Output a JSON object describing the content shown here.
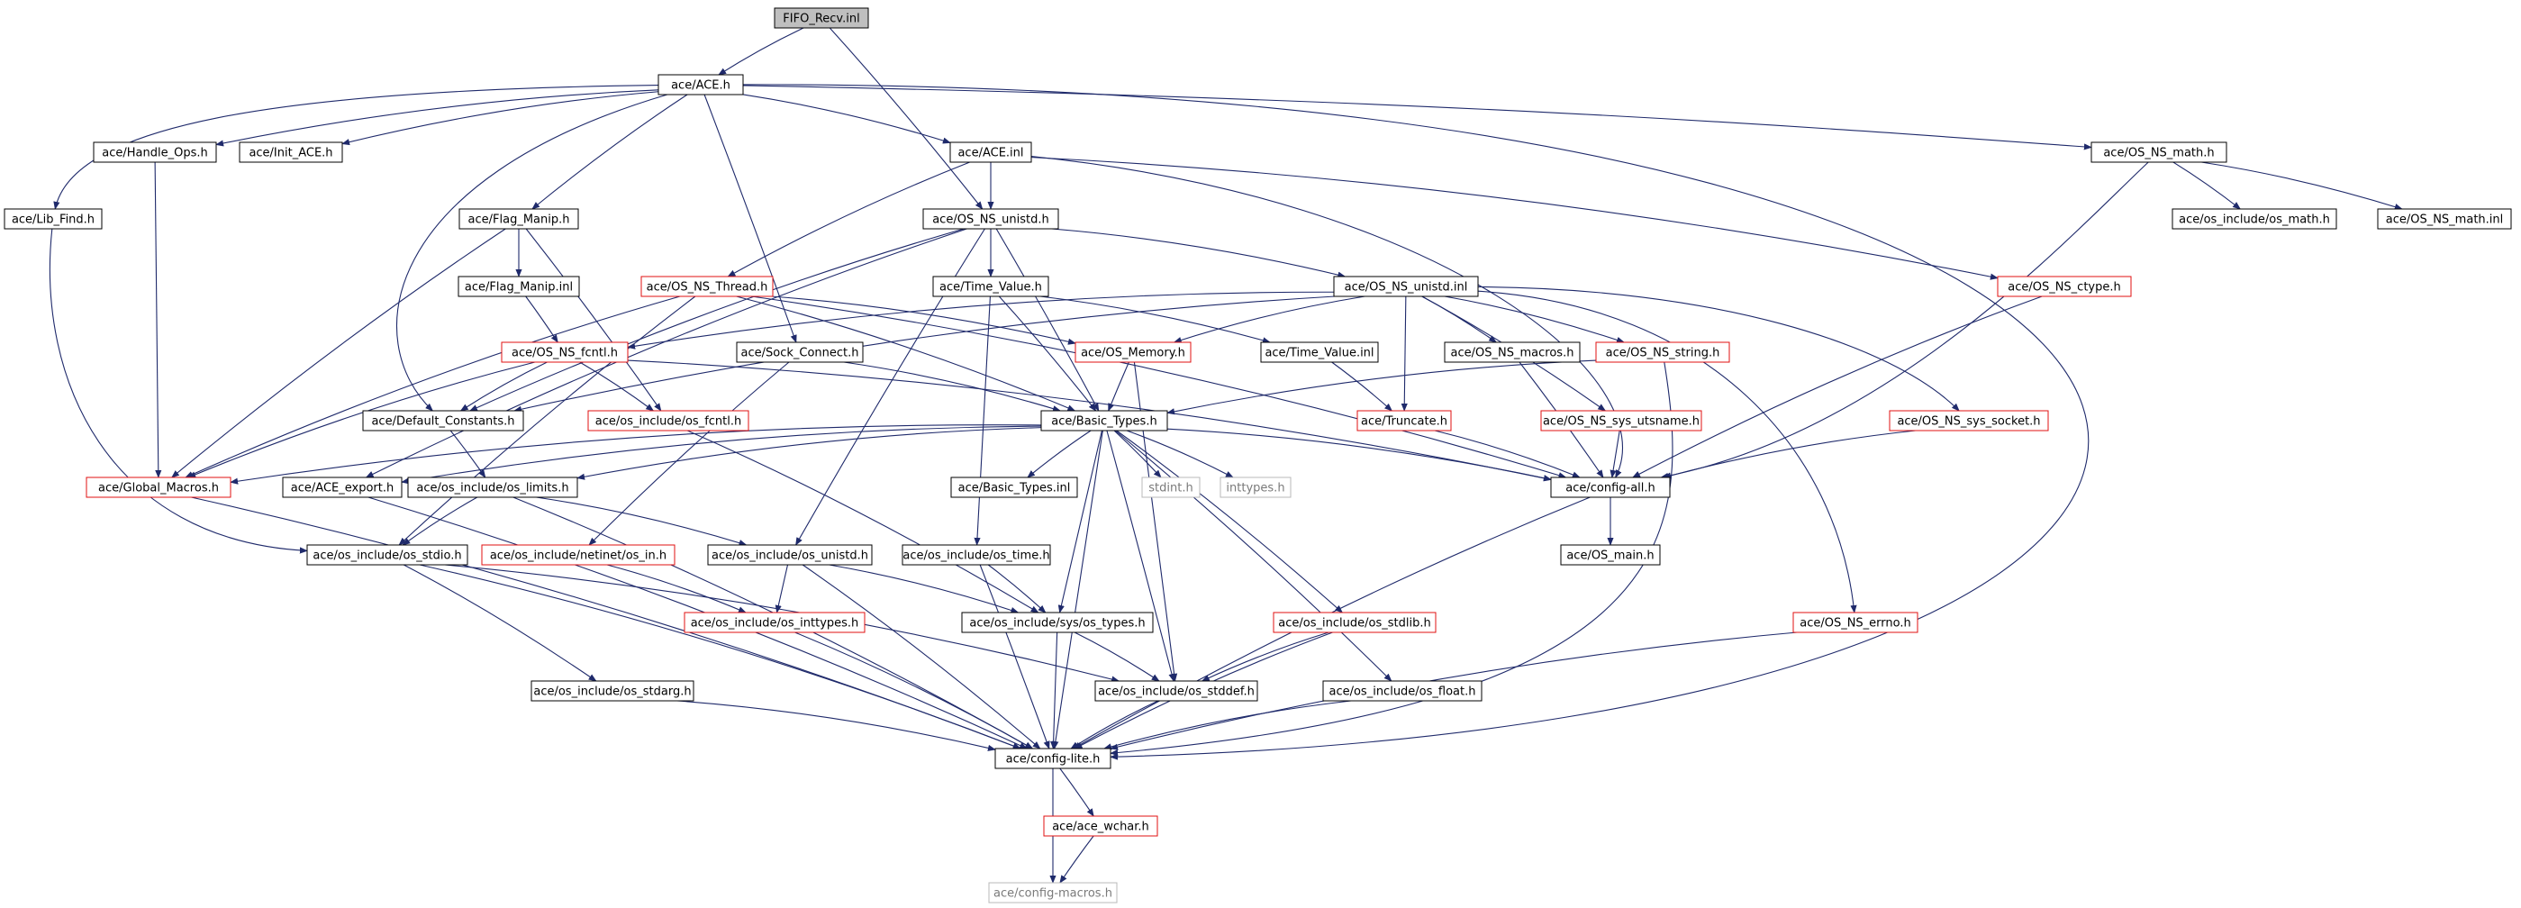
{
  "graph": {
    "nodes": [
      {
        "id": "fifo",
        "label": "FIFO_Recv.inl",
        "style": "root"
      },
      {
        "id": "ace_h",
        "label": "ace/ACE.h",
        "style": "black"
      },
      {
        "id": "handle_ops",
        "label": "ace/Handle_Ops.h",
        "style": "black"
      },
      {
        "id": "init_ace",
        "label": "ace/Init_ACE.h",
        "style": "black"
      },
      {
        "id": "ace_inl",
        "label": "ace/ACE.inl",
        "style": "black"
      },
      {
        "id": "os_ns_math",
        "label": "ace/OS_NS_math.h",
        "style": "black"
      },
      {
        "id": "lib_find",
        "label": "ace/Lib_Find.h",
        "style": "black"
      },
      {
        "id": "flag_manip",
        "label": "ace/Flag_Manip.h",
        "style": "black"
      },
      {
        "id": "os_ns_unistd",
        "label": "ace/OS_NS_unistd.h",
        "style": "black"
      },
      {
        "id": "os_inc_math",
        "label": "ace/os_include/os_math.h",
        "style": "black"
      },
      {
        "id": "os_ns_math_inl",
        "label": "ace/OS_NS_math.inl",
        "style": "black"
      },
      {
        "id": "flag_manip_inl",
        "label": "ace/Flag_Manip.inl",
        "style": "black"
      },
      {
        "id": "os_ns_thread",
        "label": "ace/OS_NS_Thread.h",
        "style": "red"
      },
      {
        "id": "time_value",
        "label": "ace/Time_Value.h",
        "style": "black"
      },
      {
        "id": "os_ns_unistd_inl",
        "label": "ace/OS_NS_unistd.inl",
        "style": "black"
      },
      {
        "id": "os_ns_ctype",
        "label": "ace/OS_NS_ctype.h",
        "style": "red"
      },
      {
        "id": "os_ns_fcntl",
        "label": "ace/OS_NS_fcntl.h",
        "style": "red"
      },
      {
        "id": "sock_connect",
        "label": "ace/Sock_Connect.h",
        "style": "black"
      },
      {
        "id": "os_memory",
        "label": "ace/OS_Memory.h",
        "style": "red"
      },
      {
        "id": "time_value_inl",
        "label": "ace/Time_Value.inl",
        "style": "black"
      },
      {
        "id": "os_ns_macros",
        "label": "ace/OS_NS_macros.h",
        "style": "black"
      },
      {
        "id": "os_ns_string",
        "label": "ace/OS_NS_string.h",
        "style": "red"
      },
      {
        "id": "default_constants",
        "label": "ace/Default_Constants.h",
        "style": "black"
      },
      {
        "id": "os_inc_fcntl",
        "label": "ace/os_include/os_fcntl.h",
        "style": "red"
      },
      {
        "id": "basic_types",
        "label": "ace/Basic_Types.h",
        "style": "black"
      },
      {
        "id": "truncate",
        "label": "ace/Truncate.h",
        "style": "red"
      },
      {
        "id": "os_ns_sys_utsname",
        "label": "ace/OS_NS_sys_utsname.h",
        "style": "red"
      },
      {
        "id": "os_ns_sys_socket",
        "label": "ace/OS_NS_sys_socket.h",
        "style": "red"
      },
      {
        "id": "global_macros",
        "label": "ace/Global_Macros.h",
        "style": "red"
      },
      {
        "id": "ace_export",
        "label": "ace/ACE_export.h",
        "style": "black"
      },
      {
        "id": "os_inc_limits",
        "label": "ace/os_include/os_limits.h",
        "style": "black"
      },
      {
        "id": "basic_types_inl",
        "label": "ace/Basic_Types.inl",
        "style": "black"
      },
      {
        "id": "stdint",
        "label": "stdint.h",
        "style": "grey"
      },
      {
        "id": "inttypes",
        "label": "inttypes.h",
        "style": "grey"
      },
      {
        "id": "config_all",
        "label": "ace/config-all.h",
        "style": "black"
      },
      {
        "id": "os_inc_stdio",
        "label": "ace/os_include/os_stdio.h",
        "style": "black"
      },
      {
        "id": "os_inc_netinet_in",
        "label": "ace/os_include/netinet/os_in.h",
        "style": "red"
      },
      {
        "id": "os_inc_unistd",
        "label": "ace/os_include/os_unistd.h",
        "style": "black"
      },
      {
        "id": "os_inc_time",
        "label": "ace/os_include/os_time.h",
        "style": "black"
      },
      {
        "id": "os_main",
        "label": "ace/OS_main.h",
        "style": "black"
      },
      {
        "id": "os_inc_inttypes",
        "label": "ace/os_include/os_inttypes.h",
        "style": "red"
      },
      {
        "id": "os_inc_sys_types",
        "label": "ace/os_include/sys/os_types.h",
        "style": "black"
      },
      {
        "id": "os_inc_stdlib",
        "label": "ace/os_include/os_stdlib.h",
        "style": "red"
      },
      {
        "id": "os_ns_errno",
        "label": "ace/OS_NS_errno.h",
        "style": "red"
      },
      {
        "id": "os_inc_stdarg",
        "label": "ace/os_include/os_stdarg.h",
        "style": "black"
      },
      {
        "id": "os_inc_stddef",
        "label": "ace/os_include/os_stddef.h",
        "style": "black"
      },
      {
        "id": "os_inc_float",
        "label": "ace/os_include/os_float.h",
        "style": "black"
      },
      {
        "id": "config_lite",
        "label": "ace/config-lite.h",
        "style": "black"
      },
      {
        "id": "ace_wchar",
        "label": "ace/ace_wchar.h",
        "style": "red"
      },
      {
        "id": "config_macros",
        "label": "ace/config-macros.h",
        "style": "grey"
      }
    ],
    "edges": [
      [
        "fifo",
        "ace_h"
      ],
      [
        "fifo",
        "os_ns_unistd"
      ],
      [
        "ace_h",
        "lib_find"
      ],
      [
        "ace_h",
        "handle_ops"
      ],
      [
        "ace_h",
        "init_ace"
      ],
      [
        "ace_h",
        "flag_manip"
      ],
      [
        "ace_h",
        "default_constants"
      ],
      [
        "ace_h",
        "sock_connect"
      ],
      [
        "ace_h",
        "ace_inl"
      ],
      [
        "ace_h",
        "os_ns_math"
      ],
      [
        "ace_h",
        "config_lite"
      ],
      [
        "ace_inl",
        "os_ns_unistd"
      ],
      [
        "ace_inl",
        "os_ns_thread"
      ],
      [
        "ace_inl",
        "os_ns_ctype"
      ],
      [
        "ace_inl",
        "config_all"
      ],
      [
        "os_ns_math",
        "os_inc_math"
      ],
      [
        "os_ns_math",
        "os_ns_math_inl"
      ],
      [
        "os_ns_math",
        "config_all"
      ],
      [
        "lib_find",
        "os_inc_stdio"
      ],
      [
        "handle_ops",
        "global_macros"
      ],
      [
        "flag_manip",
        "flag_manip_inl"
      ],
      [
        "flag_manip",
        "global_macros"
      ],
      [
        "flag_manip",
        "os_inc_fcntl"
      ],
      [
        "flag_manip_inl",
        "os_ns_fcntl"
      ],
      [
        "os_ns_unistd",
        "time_value"
      ],
      [
        "os_ns_unistd",
        "os_ns_unistd_inl"
      ],
      [
        "os_ns_unistd",
        "basic_types"
      ],
      [
        "os_ns_unistd",
        "os_inc_unistd"
      ],
      [
        "os_ns_unistd",
        "ace_export"
      ],
      [
        "os_ns_unistd",
        "default_constants"
      ],
      [
        "os_ns_thread",
        "os_memory"
      ],
      [
        "os_ns_thread",
        "basic_types"
      ],
      [
        "os_ns_thread",
        "os_inc_stdio"
      ],
      [
        "os_ns_thread",
        "global_macros"
      ],
      [
        "os_ns_thread",
        "config_all"
      ],
      [
        "time_value",
        "time_value_inl"
      ],
      [
        "time_value",
        "basic_types"
      ],
      [
        "time_value",
        "os_inc_time"
      ],
      [
        "os_ns_unistd_inl",
        "os_ns_fcntl"
      ],
      [
        "os_ns_unistd_inl",
        "default_constants"
      ],
      [
        "os_ns_unistd_inl",
        "os_memory"
      ],
      [
        "os_ns_unistd_inl",
        "os_ns_macros"
      ],
      [
        "os_ns_unistd_inl",
        "os_ns_string"
      ],
      [
        "os_ns_unistd_inl",
        "truncate"
      ],
      [
        "os_ns_unistd_inl",
        "os_ns_sys_utsname"
      ],
      [
        "os_ns_unistd_inl",
        "os_ns_sys_socket"
      ],
      [
        "os_ns_unistd_inl",
        "os_ns_errno"
      ],
      [
        "os_ns_ctype",
        "config_all"
      ],
      [
        "os_ns_fcntl",
        "default_constants"
      ],
      [
        "os_ns_fcntl",
        "os_inc_fcntl"
      ],
      [
        "os_ns_fcntl",
        "global_macros"
      ],
      [
        "os_ns_fcntl",
        "config_all"
      ],
      [
        "sock_connect",
        "basic_types"
      ],
      [
        "sock_connect",
        "os_inc_netinet_in"
      ],
      [
        "os_memory",
        "basic_types"
      ],
      [
        "os_memory",
        "os_inc_stddef"
      ],
      [
        "time_value_inl",
        "truncate"
      ],
      [
        "os_ns_macros",
        "config_all"
      ],
      [
        "os_ns_string",
        "basic_types"
      ],
      [
        "os_ns_string",
        "config_lite"
      ],
      [
        "default_constants",
        "os_inc_limits"
      ],
      [
        "os_inc_fcntl",
        "os_inc_sys_types"
      ],
      [
        "basic_types",
        "global_macros"
      ],
      [
        "basic_types",
        "ace_export"
      ],
      [
        "basic_types",
        "os_inc_limits"
      ],
      [
        "basic_types",
        "basic_types_inl"
      ],
      [
        "basic_types",
        "stdint"
      ],
      [
        "basic_types",
        "inttypes"
      ],
      [
        "basic_types",
        "config_all"
      ],
      [
        "basic_types",
        "os_inc_sys_types"
      ],
      [
        "basic_types",
        "os_inc_stdlib"
      ],
      [
        "basic_types",
        "os_inc_float"
      ],
      [
        "basic_types",
        "os_inc_stddef"
      ],
      [
        "basic_types",
        "config_lite"
      ],
      [
        "truncate",
        "config_all"
      ],
      [
        "os_ns_sys_utsname",
        "config_all"
      ],
      [
        "os_ns_sys_socket",
        "config_all"
      ],
      [
        "global_macros",
        "config_lite"
      ],
      [
        "ace_export",
        "config_lite"
      ],
      [
        "os_inc_limits",
        "os_inc_stdio"
      ],
      [
        "os_inc_limits",
        "os_inc_unistd"
      ],
      [
        "os_inc_limits",
        "config_lite"
      ],
      [
        "config_all",
        "os_main"
      ],
      [
        "config_all",
        "config_lite"
      ],
      [
        "os_inc_stdio",
        "os_inc_stdarg"
      ],
      [
        "os_inc_stdio",
        "os_inc_stddef"
      ],
      [
        "os_inc_stdio",
        "config_lite"
      ],
      [
        "os_inc_netinet_in",
        "os_inc_inttypes"
      ],
      [
        "os_inc_unistd",
        "os_inc_inttypes"
      ],
      [
        "os_inc_unistd",
        "os_inc_sys_types"
      ],
      [
        "os_inc_unistd",
        "config_lite"
      ],
      [
        "os_inc_time",
        "os_inc_sys_types"
      ],
      [
        "os_inc_time",
        "config_lite"
      ],
      [
        "os_inc_inttypes",
        "config_lite"
      ],
      [
        "os_inc_sys_types",
        "os_inc_stddef"
      ],
      [
        "os_inc_sys_types",
        "config_lite"
      ],
      [
        "os_inc_stdlib",
        "os_inc_stddef"
      ],
      [
        "os_inc_stdlib",
        "config_lite"
      ],
      [
        "os_ns_errno",
        "config_lite"
      ],
      [
        "os_inc_stdarg",
        "config_lite"
      ],
      [
        "os_inc_stddef",
        "config_lite"
      ],
      [
        "os_inc_float",
        "config_lite"
      ],
      [
        "config_lite",
        "ace_wchar"
      ],
      [
        "config_lite",
        "config_macros"
      ],
      [
        "ace_wchar",
        "config_macros"
      ]
    ]
  }
}
